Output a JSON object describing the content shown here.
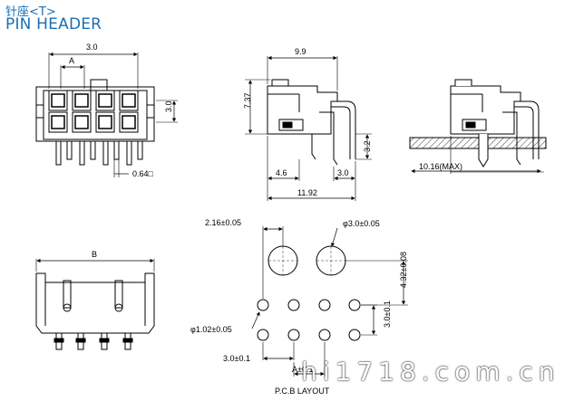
{
  "title_cn": "针座<T>",
  "title_en": "PIN HEADER",
  "front": {
    "dim_width": "3.0",
    "dim_pitch_label": "A",
    "dim_row": "3.0",
    "dim_pin": "0.64□"
  },
  "side": {
    "dim_top": "9.9",
    "dim_height": "7.37",
    "dim_4_6": "4.6",
    "dim_3_0": "3.0",
    "dim_3_2": "3.2",
    "dim_total": "11.92"
  },
  "pcb_side": {
    "dim_max": "10.16(MAX)"
  },
  "bottom": {
    "dim_b": "B"
  },
  "layout": {
    "dim_peg_offset": "2.16±0.05",
    "dim_peg_dia": "φ3.0±0.05",
    "dim_pin_dia": "φ1.02±0.05",
    "dim_pitch_x": "3.0±0.1",
    "dim_pitch_y": "3.0±0.1",
    "dim_peg_y": "4.32±0.08",
    "dim_a": "A±0.1",
    "caption": "P.C.B LAYOUT"
  },
  "watermark": "hi1718.com.cn",
  "colors": {
    "header_blue": "#1a6fb5",
    "line": "#000000",
    "hatch": "#555555"
  }
}
